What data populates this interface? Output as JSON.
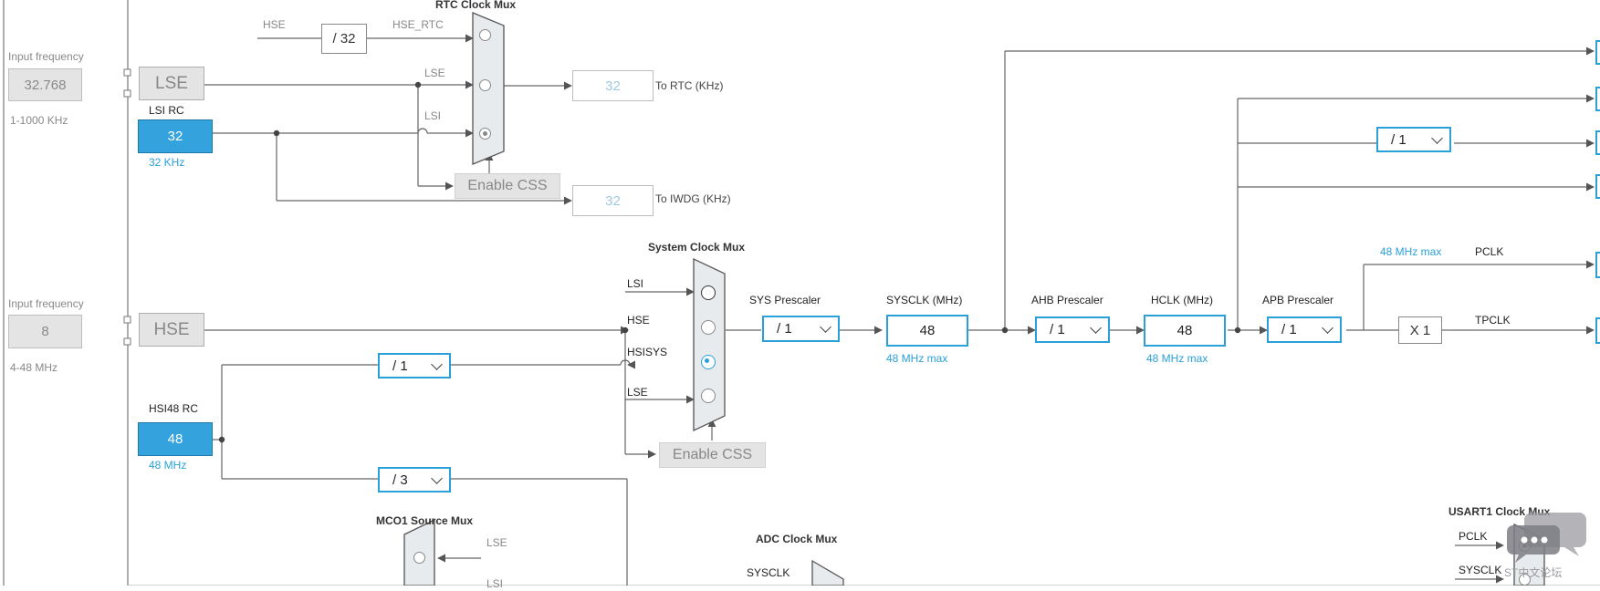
{
  "lse_input": {
    "label": "Input frequency",
    "value": "32.768",
    "range": "1-1000 KHz"
  },
  "lse": {
    "label": "LSE"
  },
  "lsi_rc": {
    "title": "LSI RC",
    "value": "32",
    "freq": "32 KHz"
  },
  "rtc_mux": {
    "title": "RTC Clock Mux",
    "hse": "HSE",
    "div": "/ 32",
    "hse_rtc": "HSE_RTC",
    "lse": "LSE",
    "lsi": "LSI"
  },
  "rtc_out": {
    "value": "32",
    "label": "To RTC (KHz)"
  },
  "iwdg_out": {
    "value": "32",
    "label": "To IWDG (KHz)"
  },
  "enable_css_1": "Enable CSS",
  "hse_input": {
    "label": "Input frequency",
    "value": "8",
    "range": "4-48 MHz"
  },
  "hse": {
    "label": "HSE"
  },
  "hsi48_rc": {
    "title": "HSI48 RC",
    "value": "48",
    "freq": "48 MHz"
  },
  "presc_hsisys": "/ 1",
  "presc_div3": "/ 3",
  "sys_mux": {
    "title": "System Clock Mux",
    "lsi": "LSI",
    "hse": "HSE",
    "hsisys": "HSISYS",
    "lse": "LSE"
  },
  "enable_css_2": "Enable CSS",
  "sys_prescaler": {
    "label": "SYS Prescaler",
    "value": "/ 1"
  },
  "sysclk": {
    "label": "SYSCLK (MHz)",
    "value": "48",
    "max": "48 MHz max"
  },
  "ahb_prescaler": {
    "label": "AHB Prescaler",
    "value": "/ 1"
  },
  "hclk": {
    "label": "HCLK (MHz)",
    "value": "48",
    "max": "48 MHz max"
  },
  "apb_prescaler": {
    "label": "APB Prescaler",
    "value": "/ 1"
  },
  "top_presc": "/ 1",
  "pclk": {
    "max": "48 MHz max",
    "label": "PCLK"
  },
  "tpclk": {
    "mult": "X 1",
    "label": "TPCLK"
  },
  "mco1_mux": {
    "title": "MCO1 Source Mux",
    "lse": "LSE",
    "lsi": "LSI"
  },
  "adc_mux": {
    "title": "ADC Clock Mux",
    "sysclk": "SYSCLK"
  },
  "usart1_mux": {
    "title": "USART1 Clock Mux",
    "pclk": "PCLK",
    "sysclk": "SYSCLK"
  },
  "watermark": "ST中文论坛"
}
